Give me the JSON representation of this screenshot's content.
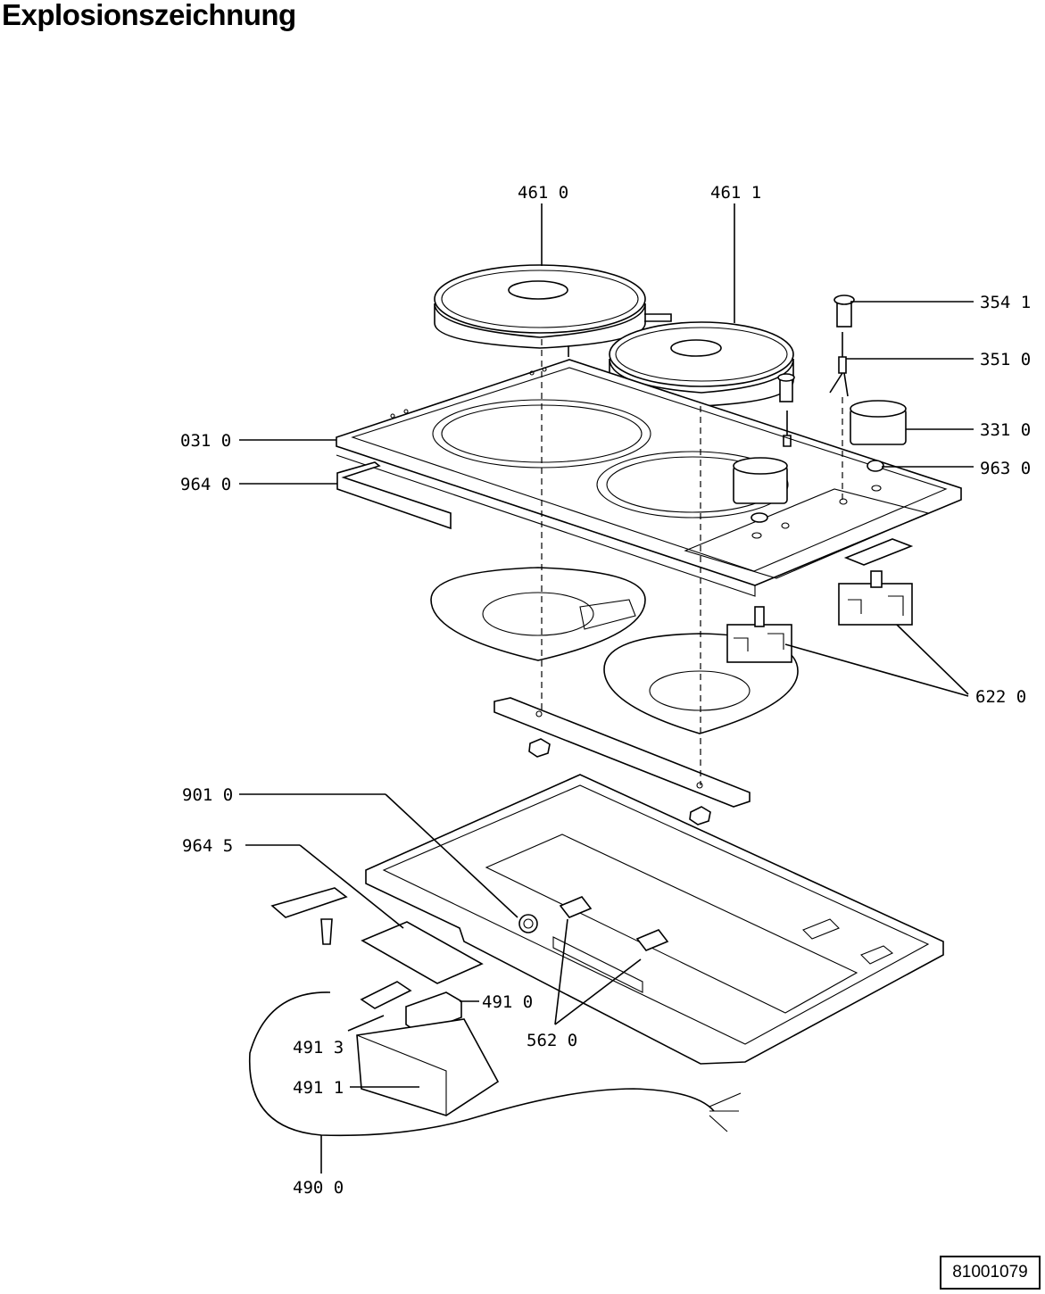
{
  "title": "Explosionszeichnung",
  "document_number": "81001079",
  "labels": {
    "p461_0": "461 0",
    "p461_1": "461 1",
    "p354_1": "354 1",
    "p351_0": "351 0",
    "p331_0": "331 0",
    "p963_0": "963 0",
    "p031_0": "031 0",
    "p964_0": "964 0",
    "p622_0": "622 0",
    "p901_0": "901 0",
    "p964_5": "964 5",
    "p491_0": "491 0",
    "p491_3": "491 3",
    "p562_0": "562 0",
    "p491_1": "491 1",
    "p490_0": "490 0"
  }
}
